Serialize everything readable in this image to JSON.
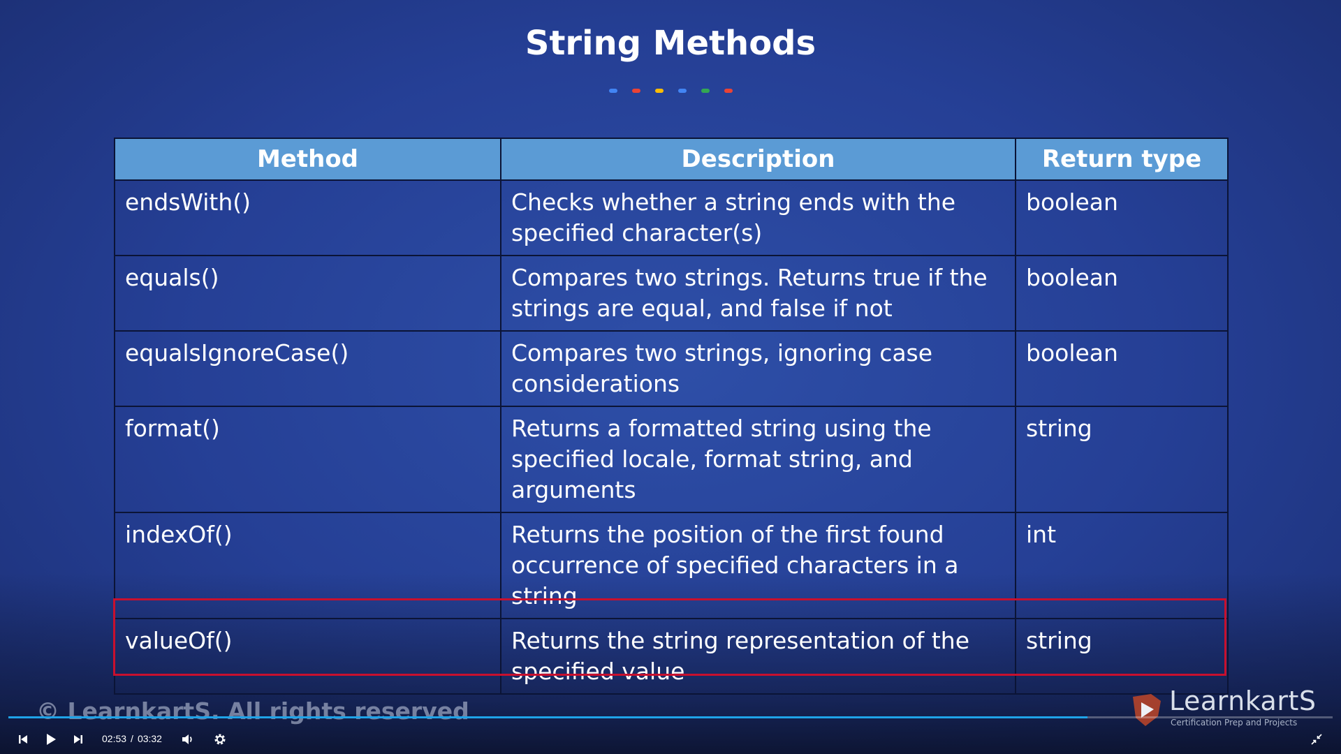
{
  "slide": {
    "title": "String Methods",
    "dot_colors": [
      "#4285f4",
      "#ea4335",
      "#fbbc05",
      "#4285f4",
      "#34a853",
      "#ea4335"
    ]
  },
  "table": {
    "headers": {
      "method": "Method",
      "description": "Description",
      "return_type": "Return type"
    },
    "rows": [
      {
        "method": "endsWith()",
        "description": "Checks whether a string ends with the specified character(s)",
        "return_type": "boolean"
      },
      {
        "method": "equals()",
        "description": "Compares two strings. Returns true if the strings are equal, and false if not",
        "return_type": "boolean"
      },
      {
        "method": "equalsIgnoreCase()",
        "description": "Compares two strings, ignoring case considerations",
        "return_type": "boolean"
      },
      {
        "method": "format()",
        "description": "Returns a formatted string using the specified locale, format string, and arguments",
        "return_type": "string"
      },
      {
        "method": "indexOf()",
        "description": "Returns the position of the first found occurrence of specified characters in a string",
        "return_type": "int"
      },
      {
        "method": "valueOf()",
        "description": "Returns the string representation of the specified value",
        "return_type": "string"
      }
    ],
    "highlight_color": "#c8102e",
    "header_color": "#5b9bd5"
  },
  "watermark": {
    "copyright": "© LearnkartS. All rights reserved",
    "logo_name": "LearnkartS",
    "logo_tagline": "Certification Prep and Projects"
  },
  "player": {
    "current_time": "02:53",
    "time_separator": "/",
    "duration": "03:32",
    "progress_fraction": 0.815,
    "accent_color": "#1fa3e8",
    "icons": [
      "skip-previous-icon",
      "play-icon",
      "skip-next-icon",
      "volume-icon",
      "settings-icon",
      "exit-fullscreen-icon"
    ]
  }
}
